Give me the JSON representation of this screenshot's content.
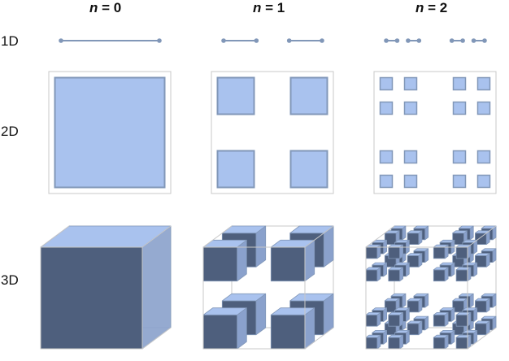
{
  "columns": [
    {
      "var": "n",
      "eq": " = 0"
    },
    {
      "var": "n",
      "eq": " = 1"
    },
    {
      "var": "n",
      "eq": " = 2"
    }
  ],
  "rows": {
    "d1": "1D",
    "d2": "2D",
    "d3": "3D"
  },
  "colors": {
    "fill": "#a9c2ee",
    "stroke": "#8197b8",
    "dark": "#4e5f7d",
    "side": "#8aa1cc",
    "frame": "#c8c8c8"
  }
}
